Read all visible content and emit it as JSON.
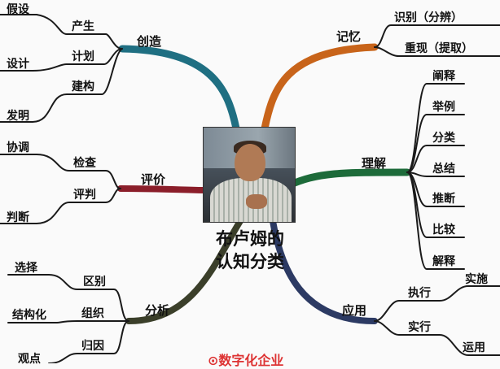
{
  "center": {
    "title_line1": "布卢姆的",
    "title_line2": "认知分类",
    "photo": "portrait-photo"
  },
  "branches": {
    "create": {
      "label": "创造",
      "color": "#1f6f82",
      "children": [
        "产生",
        "计划",
        "建构"
      ],
      "leaves": [
        "假设",
        "设计",
        "发明"
      ]
    },
    "evaluate": {
      "label": "评价",
      "color": "#8b1e2a",
      "children": [
        "检查",
        "评判"
      ],
      "leaves": [
        "协调",
        "判断"
      ]
    },
    "analyze": {
      "label": "分析",
      "color": "#3b3f2a",
      "children": [
        "区别",
        "组织",
        "归因"
      ],
      "leaves": [
        "选择",
        "结构化",
        "观点"
      ]
    },
    "remember": {
      "label": "记忆",
      "color": "#c8641a",
      "children": [
        "识别（分辨）",
        "重现（提取）"
      ]
    },
    "understand": {
      "label": "理解",
      "color": "#1d6b3a",
      "children": [
        "阐释",
        "举例",
        "分类",
        "总结",
        "推断",
        "比较",
        "解释"
      ]
    },
    "apply": {
      "label": "应用",
      "color": "#2c3a63",
      "children": [
        "执行",
        "实行"
      ],
      "leaves": [
        "实施",
        "运用"
      ]
    }
  },
  "watermark": "⊙数字化企业"
}
